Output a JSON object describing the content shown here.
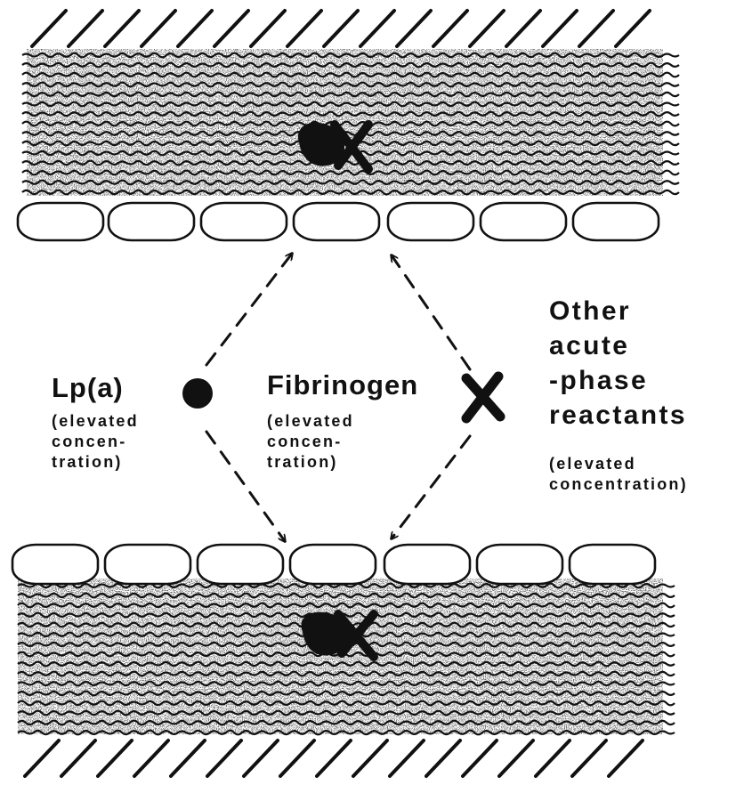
{
  "labels": {
    "lpa": {
      "name": "Lp(a)",
      "note": "(elevated\nconcen-\ntration)"
    },
    "fibrinogen": {
      "name": "Fibrinogen",
      "note": "(elevated\nconcen-\ntration)"
    },
    "other": {
      "name": "Other\nacute\n-phase\nreactants",
      "note": "(elevated\nconcentration)"
    }
  },
  "colors": {
    "ink": "#111111",
    "background": "#ffffff"
  }
}
